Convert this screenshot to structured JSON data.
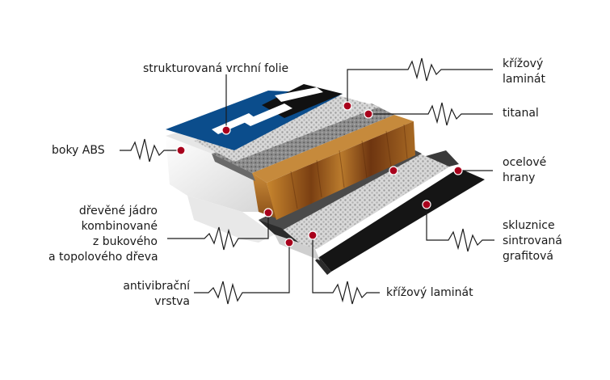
{
  "labels": {
    "top_foil": "strukturovaná vrchní folie",
    "abs_sides": "boky ABS",
    "wood_core": [
      "dřevěné jádro",
      "kombinované",
      "z bukového",
      "a topolového dřeva"
    ],
    "antivibration": [
      "antivibrační",
      "vrstva"
    ],
    "cross_laminate_bottom": "křížový laminát",
    "cross_laminate_top": [
      "křížový",
      "laminát"
    ],
    "titanal": "titanal",
    "steel_edges": [
      "ocelové",
      "hrany"
    ],
    "base": [
      "skluznice",
      "sintrovaná",
      "grafitová"
    ]
  },
  "colors": {
    "marker": "#a8001c",
    "leader": "#1a1a1a",
    "topsheet_blue": "#0b4d8c",
    "wood": "#8a4e1a",
    "base_black": "#151515",
    "titanal_grey": "#7a7a7a"
  }
}
